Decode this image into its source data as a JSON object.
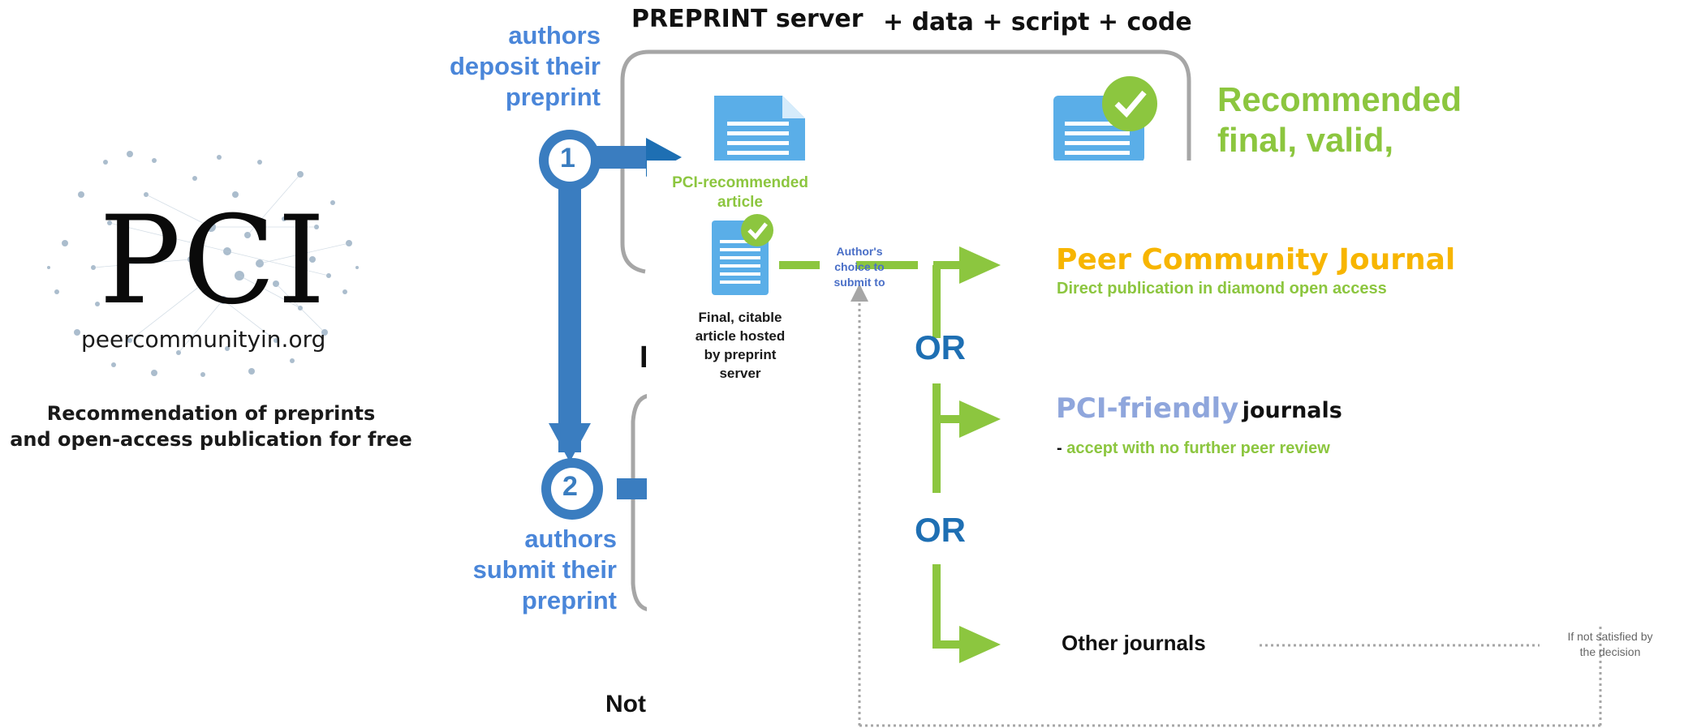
{
  "logo": {
    "letters": "PCI",
    "site": "peercommunityin.org",
    "tagline_line1": "Recommendation of preprints",
    "tagline_line2": "and open-access publication for free"
  },
  "background_flow": {
    "header_preprint": "PREPRINT server",
    "header_extras": "+ data + script + code",
    "step1_number": "1",
    "step1_label": [
      "authors",
      "deposit their",
      "preprint"
    ],
    "step2_number": "2",
    "step2_label": [
      "authors",
      "submit their",
      "preprint"
    ],
    "recommended_lines": [
      "Recommended",
      "final, valid,"
    ],
    "partial_letter": "I",
    "partial_note": "Not"
  },
  "overlay": {
    "article_title": [
      "PCI-recommended",
      "article"
    ],
    "article_caption": [
      "Final, citable",
      "article hosted",
      "by preprint",
      "server"
    ],
    "choice_label": [
      "Author's",
      "choice to",
      "submit to"
    ],
    "or_label": "OR",
    "pcj_title": "Peer Community Journal",
    "pcj_subtitle": "Direct publication in diamond open access",
    "friendly_title": "PCI-friendly",
    "friendly_suffix": "journals",
    "friendly_dash": "- ",
    "friendly_note": "accept with no further peer review",
    "other_journals": "Other journals",
    "not_satisfied": [
      "If not satisfied by",
      "the decision"
    ]
  },
  "colors": {
    "blue": "#3a7dc0",
    "blue_label": "#4a86d9",
    "green": "#8cc63f",
    "pcj_orange": "#f7b500",
    "friendly_blue": "#8fa6dc",
    "gray_box": "#a6a6a6"
  }
}
